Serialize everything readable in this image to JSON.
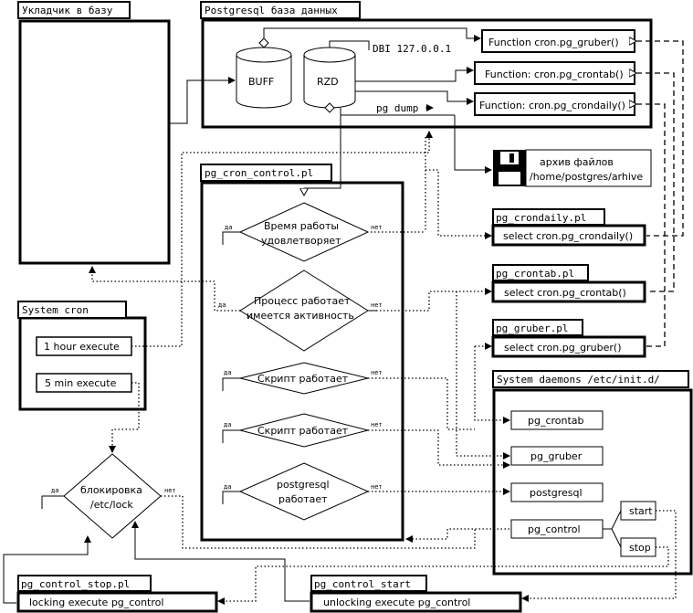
{
  "ukladchik": {
    "title": "Укладчик в базу"
  },
  "postgres": {
    "title": "Postgresql база данных",
    "buff": "BUFF",
    "rzd": "RZD",
    "dbi": "DBI 127.0.0.1",
    "pg_dump": "pg dump",
    "functions": [
      "Function cron.pg_gruber()",
      "Function: cron.pg_crontab()",
      "Function: cron.pg_crondaily()"
    ]
  },
  "archive": {
    "line1": "архив файлов",
    "line2": "/home/postgres/arhive"
  },
  "cron_control": {
    "title": "pg_cron_control.pl",
    "d1": [
      "Время работы",
      "удовлетворяет"
    ],
    "d2": [
      "Процесс работает",
      "имеется активность"
    ],
    "d3": "Скрипт работает",
    "d4": "Скрипт работает",
    "d5": [
      "postgresql",
      "работает"
    ],
    "yes": "да",
    "no": "нет"
  },
  "system_cron": {
    "title": "System cron",
    "item1": "1 hour execute",
    "item2": "5 min execute"
  },
  "lock": {
    "line1": "блокировка",
    "line2": "/etc/lock"
  },
  "scripts": {
    "crondaily_title": "pg_crondaily.pl",
    "crondaily_cmd": "select cron.pg_crondaily()",
    "crontab_title": "pg_crontab.pl",
    "crontab_cmd": "select cron.pg_crontab()",
    "gruber_title": "pg_gruber.pl",
    "gruber_cmd": "select cron.pg_gruber()"
  },
  "daemons": {
    "title": "System daemons /etc/init.d/",
    "items": [
      "pg_crontab",
      "pg_gruber",
      "postgresql",
      "pg_control"
    ],
    "start": "start",
    "stop": "stop"
  },
  "control_stop": {
    "title": "pg_control_stop.pl",
    "cmd": "locking execute pg_control"
  },
  "control_start": {
    "title": "pg_control_start",
    "cmd": "unlocking execute pg_control"
  }
}
